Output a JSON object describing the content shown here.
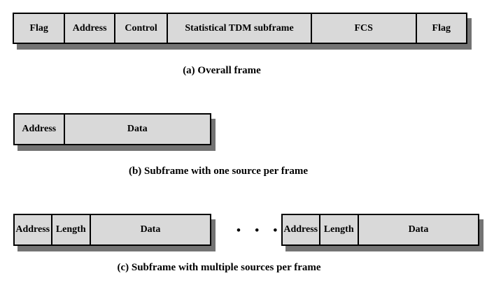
{
  "colors": {
    "background": "#ffffff",
    "cell_fill": "#d9d9d9",
    "border": "#000000",
    "shadow": "#737373",
    "text": "#000000"
  },
  "figures": {
    "a": {
      "caption": "(a) Overall frame",
      "cells": [
        "Flag",
        "Address",
        "Control",
        "Statistical TDM subframe",
        "FCS",
        "Flag"
      ]
    },
    "b": {
      "caption": "(b) Subframe with one source per frame",
      "cells": [
        "Address",
        "Data"
      ]
    },
    "c": {
      "caption": "(c) Subframe with multiple sources per frame",
      "left_cells": [
        "Address",
        "Length",
        "Data"
      ],
      "right_cells": [
        "Address",
        "Length",
        "Data"
      ],
      "ellipsis": "• • •"
    }
  }
}
